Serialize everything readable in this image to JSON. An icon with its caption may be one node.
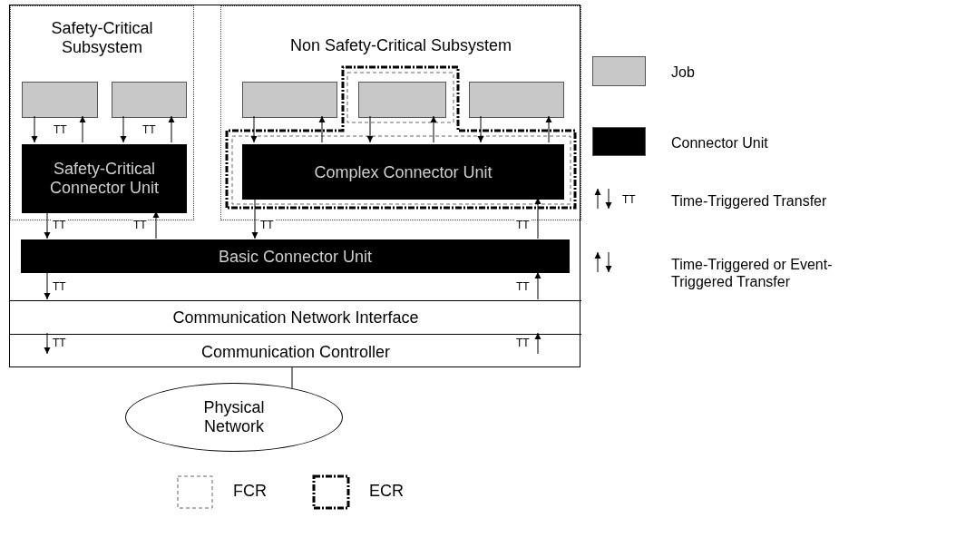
{
  "diagram": {
    "nodes": [
      {
        "text": [],
        "shape": "box"
      },
      {
        "text": [
          "Safety-Critical Subsystem"
        ],
        "in": 0
      },
      {
        "text": [],
        "shape": "box",
        "in": 1
      },
      {
        "text": [],
        "shape": "box",
        "in": 1
      },
      {
        "text": [
          "Safety-Critical Connector Unit"
        ],
        "in": 1
      },
      {
        "text": [
          "Non Safety-Critical Subsystem"
        ],
        "in": 0
      },
      {
        "text": [],
        "shape": "box",
        "in": 5
      },
      {
        "text": [],
        "shape": "box",
        "in": 5
      },
      {
        "text": [],
        "shape": "box",
        "in": 5
      },
      {
        "text": [
          "Complex Connector Unit"
        ],
        "in": 5
      },
      {
        "text": [
          "Basic Connector Unit"
        ],
        "in": 0
      },
      {
        "text": [
          "Communication Network Interface"
        ],
        "in": 0
      },
      {
        "text": [
          "Communication Controller"
        ],
        "in": 0
      },
      {
        "text": [
          "Physical Network"
        ]
      }
    ],
    "edges": [
      {
        "from": 2,
        "to": 4,
        "arrow": "to",
        "label": "TT"
      },
      {
        "from": 4,
        "to": 2,
        "arrow": "to"
      },
      {
        "from": 3,
        "to": 4,
        "arrow": "to",
        "label": "TT"
      },
      {
        "from": 4,
        "to": 3,
        "arrow": "to"
      },
      {
        "from": 6,
        "to": 9,
        "arrow": "to"
      },
      {
        "from": 9,
        "to": 6,
        "arrow": "to"
      },
      {
        "from": 7,
        "to": 9,
        "arrow": "to"
      },
      {
        "from": 9,
        "to": 7,
        "arrow": "to"
      },
      {
        "from": 8,
        "to": 9,
        "arrow": "to"
      },
      {
        "from": 9,
        "to": 8,
        "arrow": "to"
      },
      {
        "from": 4,
        "to": 10,
        "arrow": "to",
        "label": "TT"
      },
      {
        "from": 10,
        "to": 4,
        "arrow": "to",
        "label": "TT"
      },
      {
        "from": 9,
        "to": 10,
        "arrow": "to",
        "label": "TT"
      },
      {
        "from": 10,
        "to": 9,
        "arrow": "to",
        "label": "TT"
      },
      {
        "from": 10,
        "to": 11,
        "arrow": "to",
        "label": "TT"
      },
      {
        "from": 11,
        "to": 10,
        "arrow": "to",
        "label": "TT"
      },
      {
        "from": 11,
        "to": 12,
        "arrow": "to",
        "label": "TT"
      },
      {
        "from": 12,
        "to": 11,
        "arrow": "to",
        "label": "TT"
      },
      {
        "from": 12,
        "to": 13,
        "arrow": "none"
      }
    ],
    "labels": [
      "TT"
    ],
    "legend": [
      {
        "text": "Job",
        "color": "#c8c8c8"
      },
      {
        "text": "Connector Unit",
        "color": "#000000"
      },
      {
        "text": "Time-Triggered Transfer"
      },
      {
        "text": "Time-Triggered or Event-Triggered Transfer"
      },
      {
        "text": "FCR"
      },
      {
        "text": "ECR"
      }
    ]
  }
}
